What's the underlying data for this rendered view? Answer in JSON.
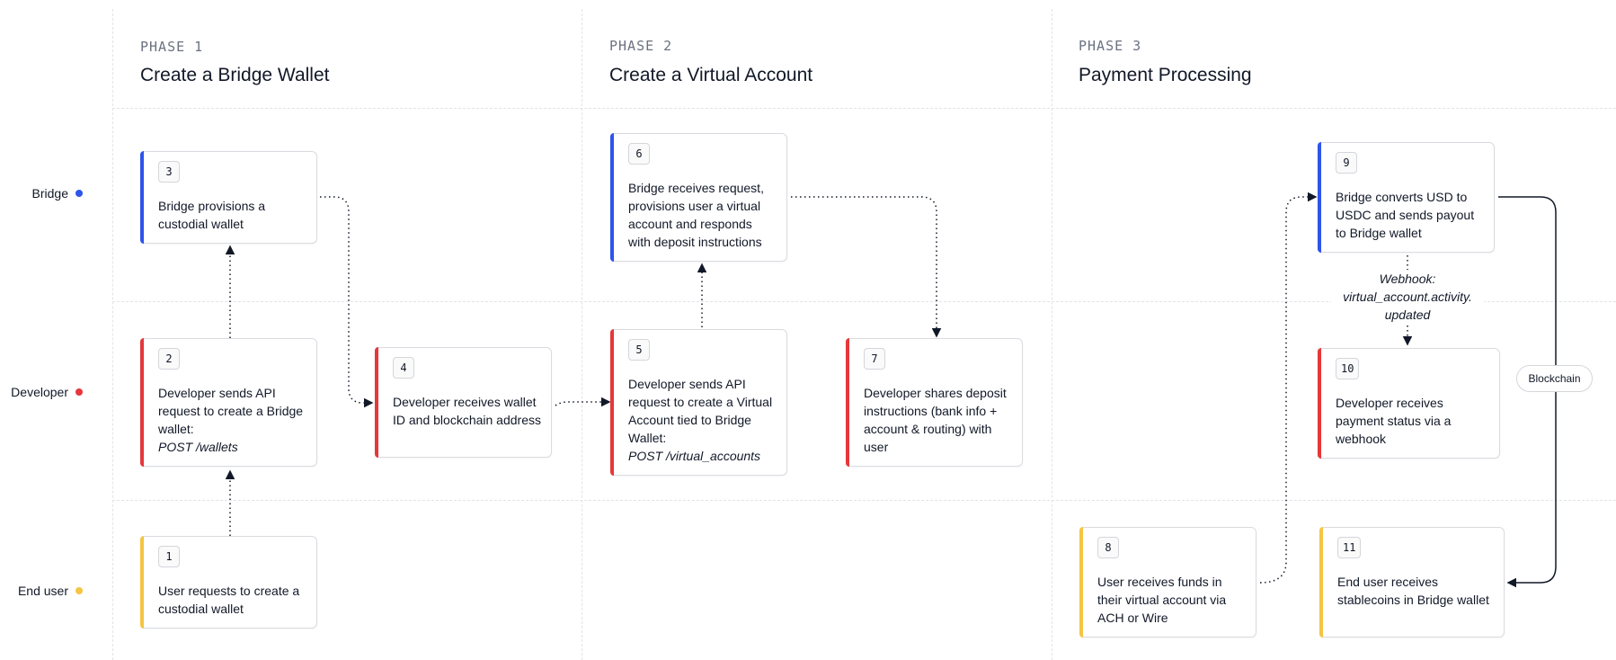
{
  "phases": [
    {
      "label": "PHASE 1",
      "title": "Create a Bridge Wallet"
    },
    {
      "label": "PHASE 2",
      "title": "Create a Virtual Account"
    },
    {
      "label": "PHASE 3",
      "title": "Payment Processing"
    }
  ],
  "lanes": [
    {
      "label": "Bridge",
      "color": "#2f54eb"
    },
    {
      "label": "Developer",
      "color": "#e5383b"
    },
    {
      "label": "End user",
      "color": "#f5c542"
    }
  ],
  "steps": [
    {
      "num": "1",
      "text": "User requests to create a custodial wallet",
      "lane": "End user"
    },
    {
      "num": "2",
      "text": "Developer sends API request to create a Bridge wallet:",
      "code": "POST /wallets",
      "lane": "Developer"
    },
    {
      "num": "3",
      "text": "Bridge provisions a custodial wallet",
      "lane": "Bridge"
    },
    {
      "num": "4",
      "text": "Developer receives wallet ID and blockchain address",
      "lane": "Developer"
    },
    {
      "num": "5",
      "text": "Developer sends API request to create a Virtual Account tied to Bridge Wallet:",
      "code": "POST /virtual_accounts",
      "lane": "Developer"
    },
    {
      "num": "6",
      "text": "Bridge receives request, provisions user a virtual account and responds with deposit instructions",
      "lane": "Bridge"
    },
    {
      "num": "7",
      "text": "Developer shares deposit instructions (bank info + account & routing) with user",
      "lane": "Developer"
    },
    {
      "num": "8",
      "text": "User receives funds in their virtual account via ACH or Wire",
      "lane": "End user"
    },
    {
      "num": "9",
      "text": "Bridge converts USD to USDC and sends payout to Bridge wallet",
      "lane": "Bridge"
    },
    {
      "num": "10",
      "text": "Developer receives payment status via a webhook",
      "lane": "Developer"
    },
    {
      "num": "11",
      "text": "End user receives stablecoins in Bridge wallet",
      "lane": "End user"
    }
  ],
  "webhook_label": "Webhook: virtual_account.activity. updated",
  "blockchain_label": "Blockchain",
  "colors": {
    "bridge": "#2f54eb",
    "developer": "#e5383b",
    "end_user": "#f5c542",
    "connector": "#111827"
  }
}
